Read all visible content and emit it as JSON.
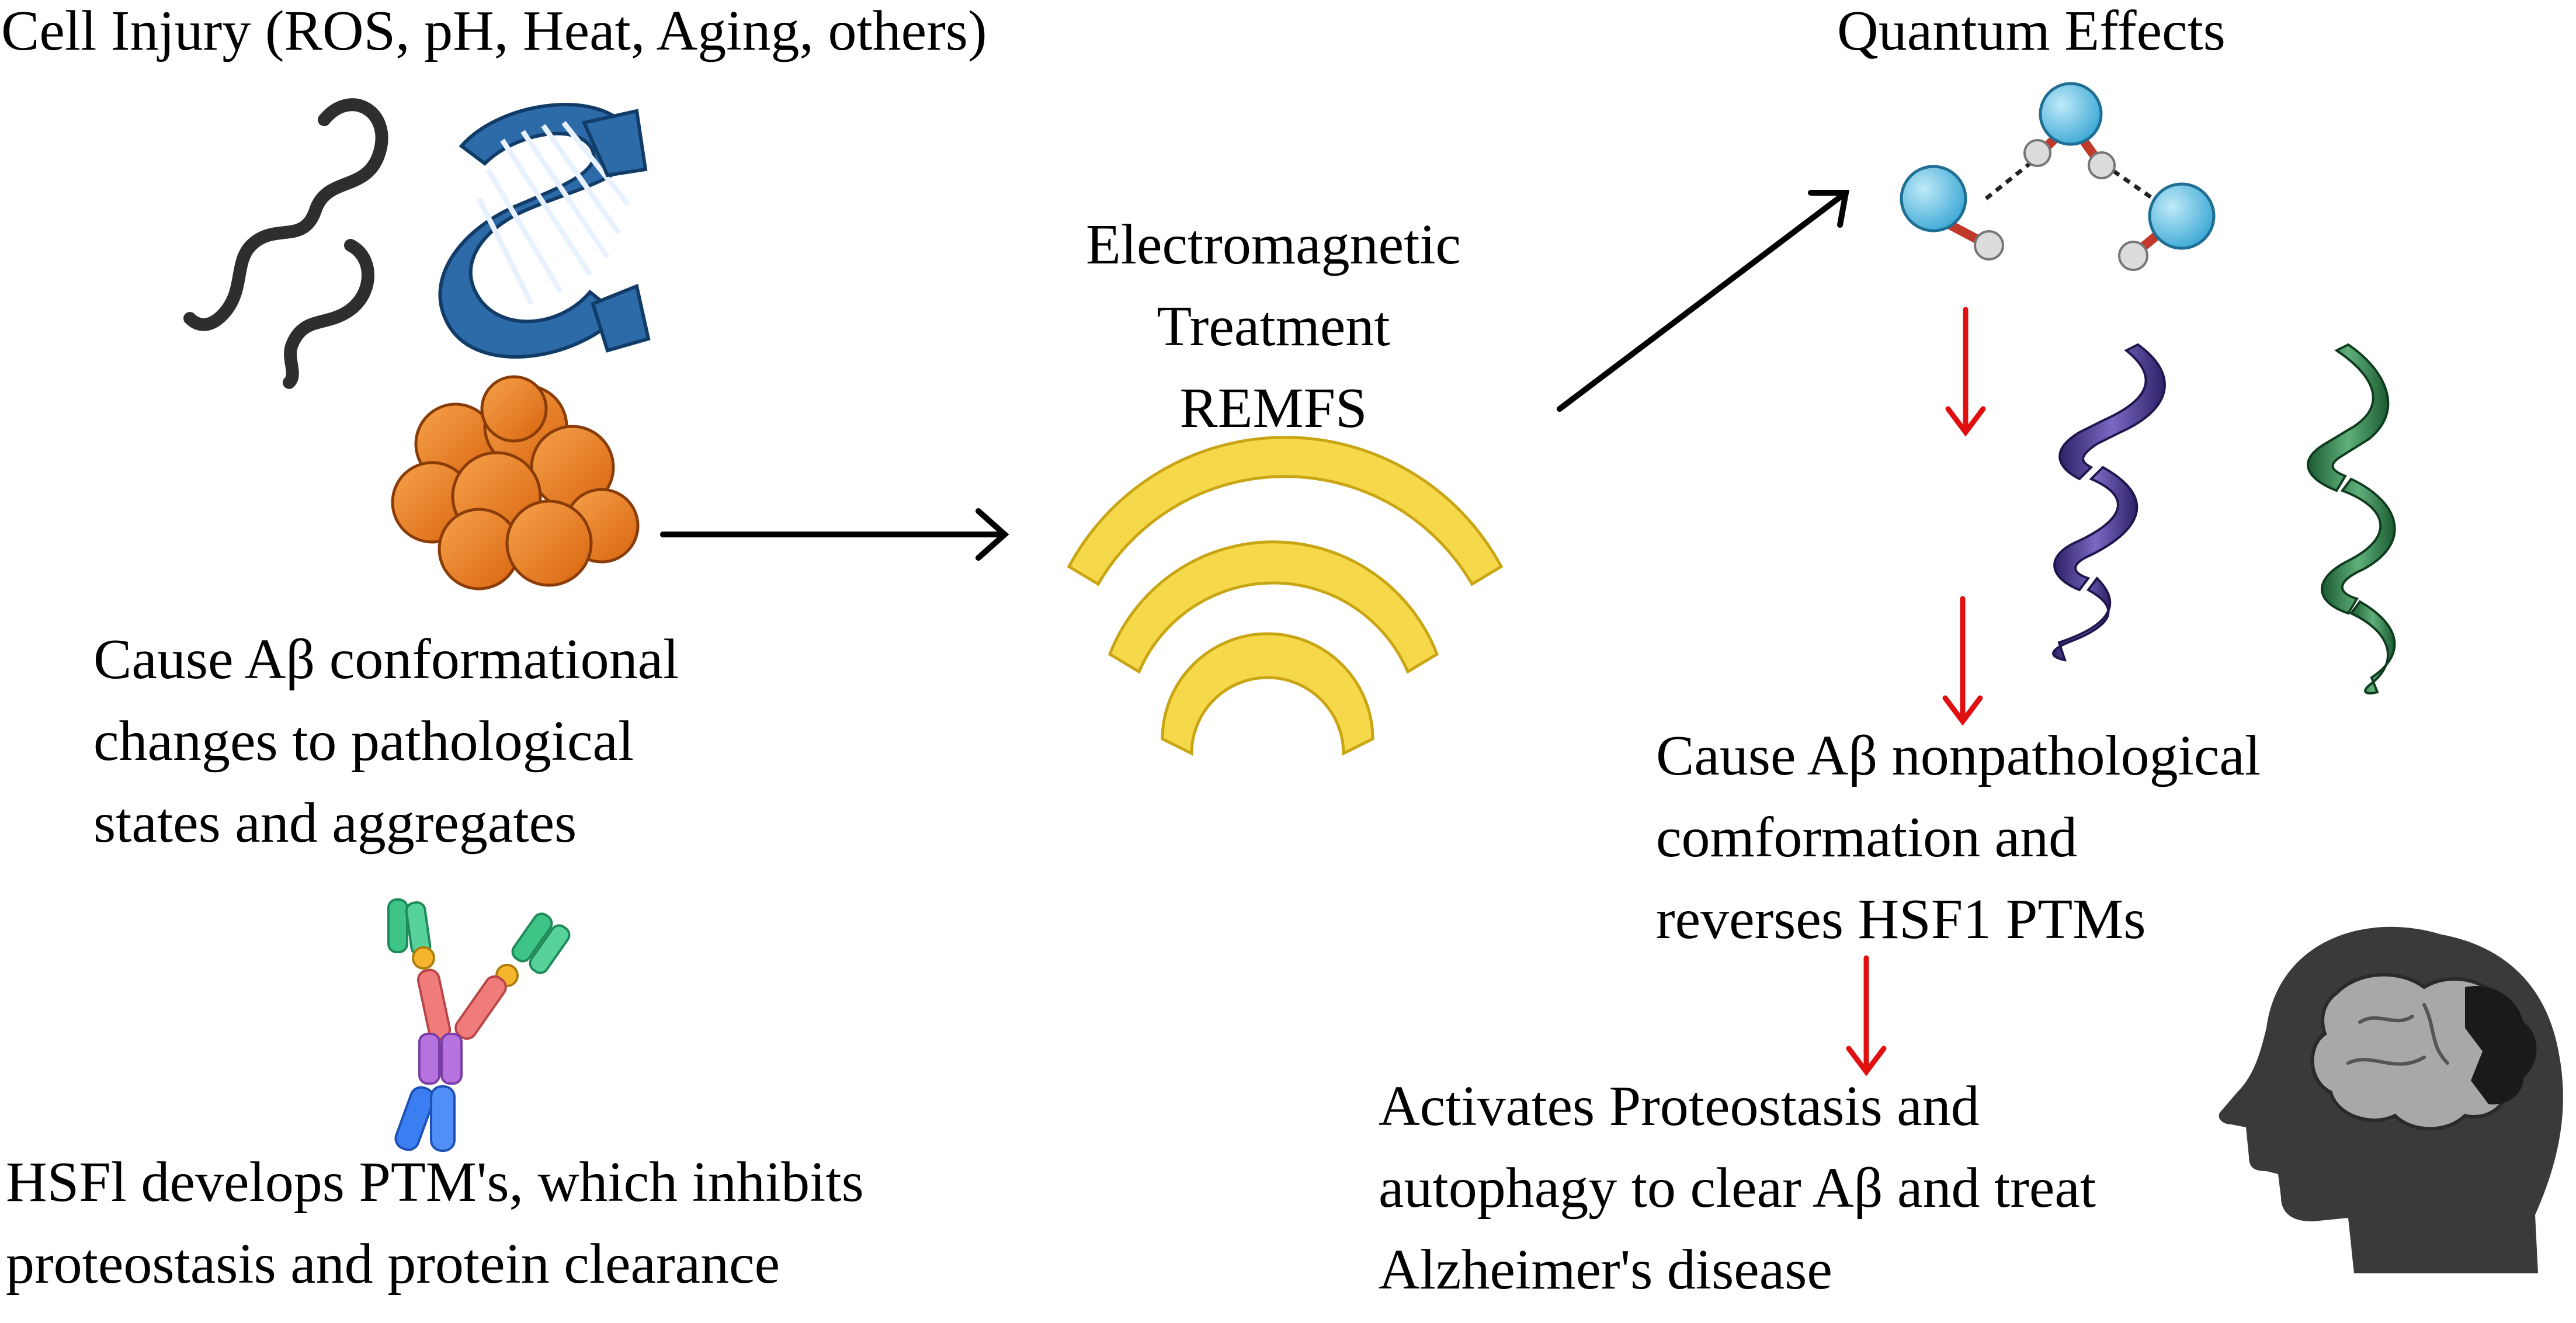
{
  "left": {
    "title": "Cell Injury (ROS, pH, Heat, Aging, others)",
    "consequence_lines": [
      "Cause Aβ conformational",
      "changes to pathological",
      "states and aggregates"
    ],
    "hsf1_lines": [
      "HSFl develops PTM's, which inhibits",
      "proteostasis and protein clearance"
    ]
  },
  "center": {
    "treatment_lines": [
      "Electromagnetic",
      "Treatment",
      "REMFS"
    ]
  },
  "right": {
    "title": "Quantum Effects",
    "effect_lines": [
      "Cause Aβ nonpathological",
      "comformation and",
      "reverses HSF1 PTMs"
    ],
    "outcome_lines": [
      "Activates Proteostasis and",
      "autophagy to clear Aβ and treat",
      "Alzheimer's disease"
    ]
  },
  "colors": {
    "arrow_black": "#000000",
    "arrow_red": "#e01010",
    "aggregate_orange": "#ee7a1c",
    "ribbon_blue": "#2d6aa8",
    "wave_yellow": "#f6d94a",
    "water_blue": "#5cc3e8",
    "helix_purple": "#4b3a8c",
    "helix_green": "#2e7a46",
    "head_gray": "#3a3a3a"
  },
  "icons": [
    "random-coil-strands-icon",
    "beta-sheet-ribbon-icon",
    "protein-aggregate-icon",
    "hsf1-antibody-icon",
    "electromagnetic-waves-icon",
    "water-molecules-icon",
    "alpha-helix-purple-icon",
    "alpha-helix-green-icon",
    "brain-head-icon"
  ]
}
